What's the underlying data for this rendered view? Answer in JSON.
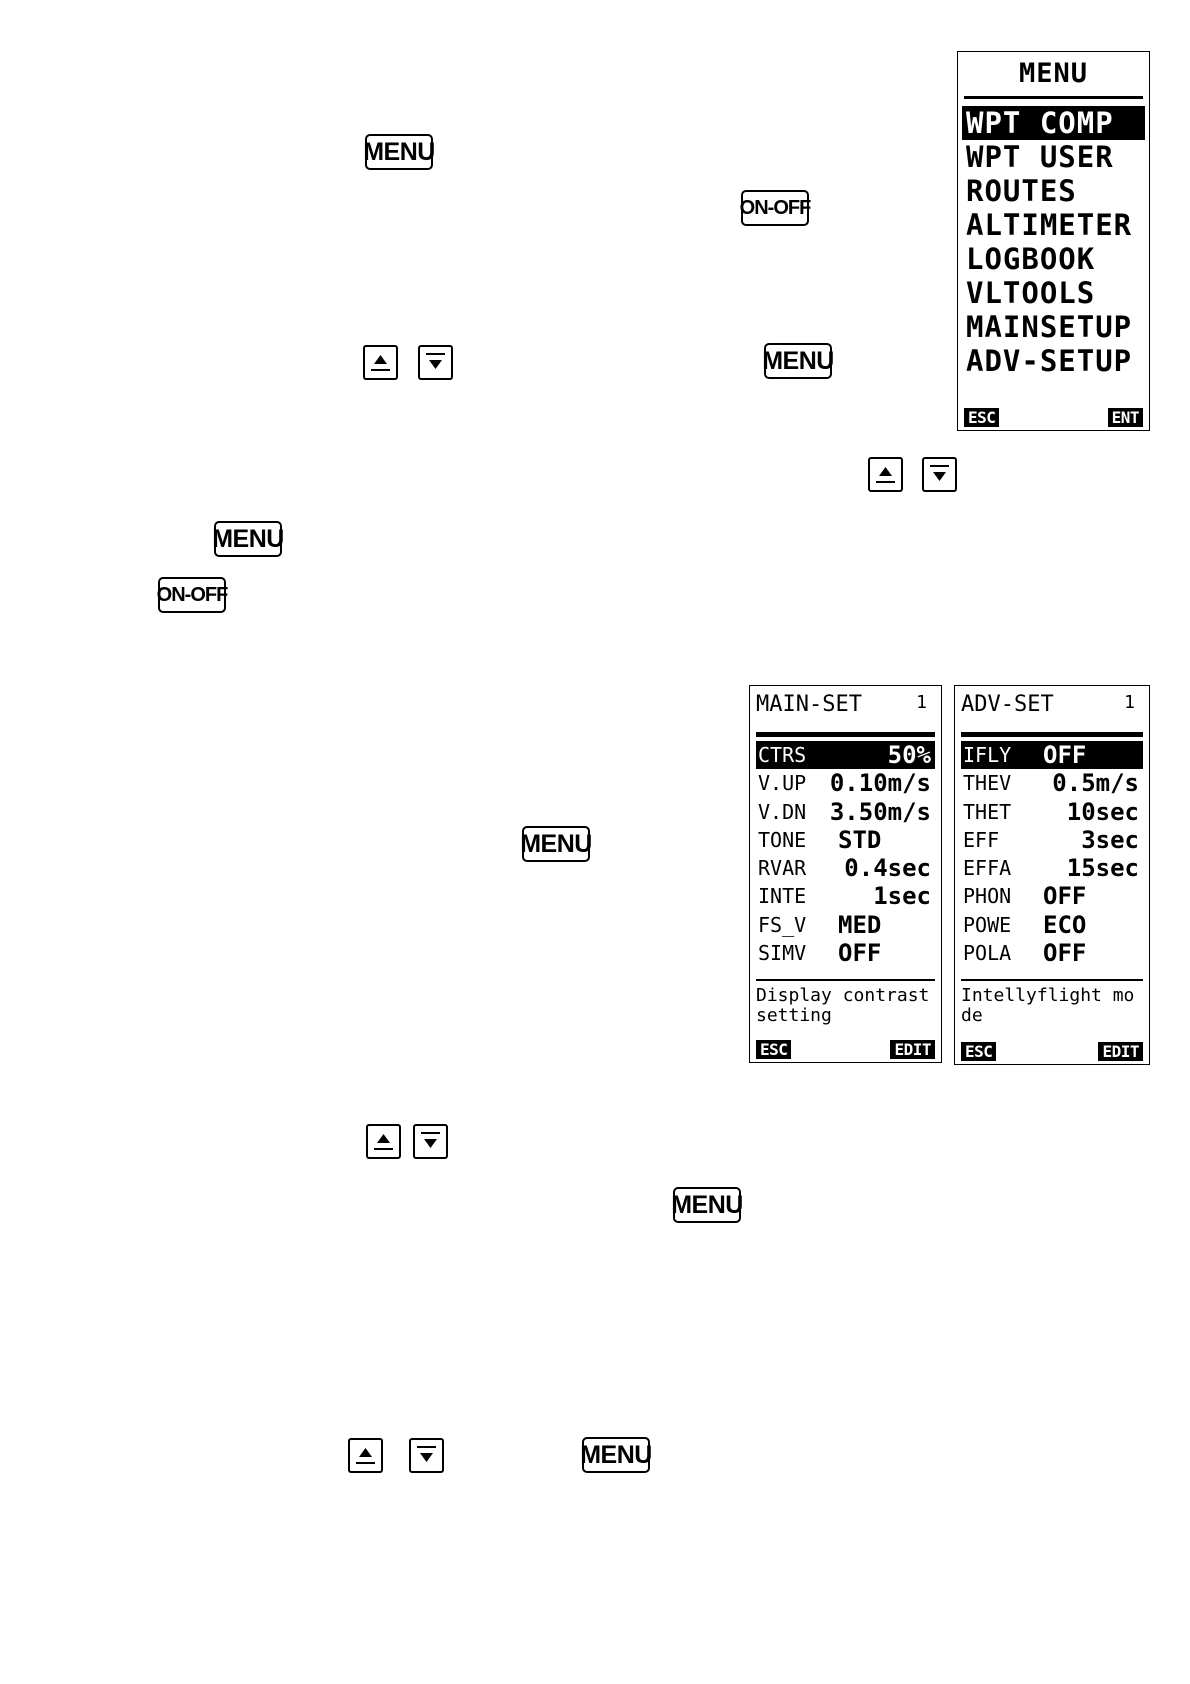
{
  "keys": {
    "menu": "MENU",
    "on_off": "ON-OFF"
  },
  "menu_screen": {
    "title": "MENU",
    "items": [
      "WPT COMP",
      "WPT USER",
      "ROUTES",
      "ALTIMETER",
      "LOGBOOK",
      "VLTOOLS",
      "MAINSETUP",
      "ADV-SETUP"
    ],
    "selected_index": 0,
    "left_soft_key": "ESC",
    "right_soft_key": "ENT"
  },
  "main_set_screen": {
    "title": "MAIN-SET",
    "page": "1",
    "rows": [
      {
        "label": "CTRS",
        "value": "50%"
      },
      {
        "label": "V.UP",
        "value": "0.10m/s"
      },
      {
        "label": "V.DN",
        "value": "3.50m/s"
      },
      {
        "label": "TONE",
        "value": "STD"
      },
      {
        "label": "RVAR",
        "value": "0.4sec"
      },
      {
        "label": "INTE",
        "value": "1sec"
      },
      {
        "label": "FS_V",
        "value": "MED"
      },
      {
        "label": "SIMV",
        "value": "OFF"
      }
    ],
    "selected_index": 0,
    "description": "Display contrast setting",
    "left_soft_key": "ESC",
    "right_soft_key": "EDIT"
  },
  "adv_set_screen": {
    "title": "ADV-SET",
    "page": "1",
    "rows": [
      {
        "label": "IFLY",
        "value": "OFF"
      },
      {
        "label": "THEV",
        "value": "0.5m/s"
      },
      {
        "label": "THET",
        "value": "10sec"
      },
      {
        "label": "EFF",
        "value": "3sec"
      },
      {
        "label": "EFFA",
        "value": "15sec"
      },
      {
        "label": "PHON",
        "value": "OFF"
      },
      {
        "label": "POWE",
        "value": "ECO"
      },
      {
        "label": "POLA",
        "value": "OFF"
      }
    ],
    "selected_index": 0,
    "description": "Intellyflight mode",
    "left_soft_key": "ESC",
    "right_soft_key": "EDIT"
  },
  "icons": {
    "up": "arrow-up-icon",
    "down": "arrow-down-icon"
  }
}
